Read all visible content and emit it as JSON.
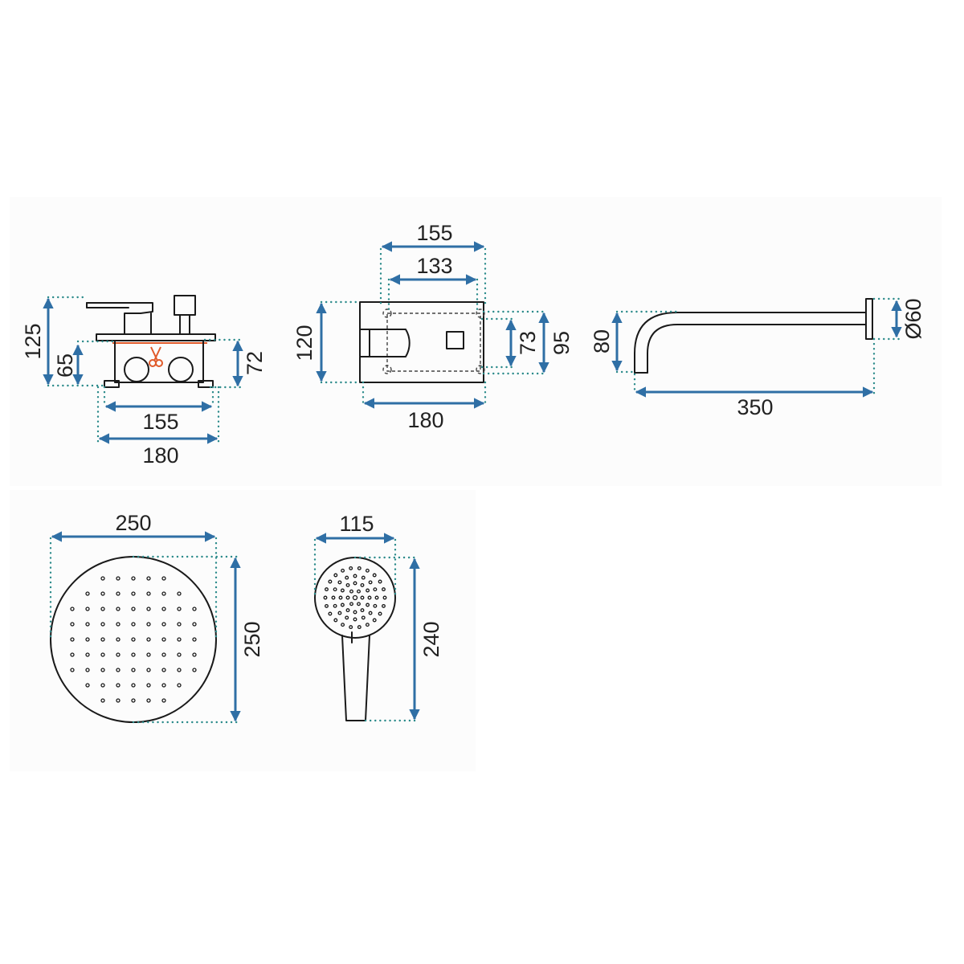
{
  "colors": {
    "dimension": "#2f6fa5",
    "extension": "#2a8a8a",
    "cut_marker": "#e05a2a",
    "outline": "#1a1a1a"
  },
  "views": {
    "mixer_side": {
      "dims": {
        "height_total": "125",
        "height_box": "65",
        "height_right": "72",
        "width_inner": "155",
        "width_outer": "180"
      }
    },
    "mixer_front": {
      "dims": {
        "width_outer_top": "155",
        "width_inner_top": "133",
        "height_left": "120",
        "height_inner_right": "73",
        "height_outer_right": "95",
        "width_bottom": "180"
      }
    },
    "shower_arm": {
      "dims": {
        "drop": "80",
        "length": "350",
        "flange_diameter": "Ø60"
      }
    },
    "head_shower": {
      "dims": {
        "width": "250",
        "height": "250"
      }
    },
    "hand_shower": {
      "dims": {
        "width": "115",
        "height": "240"
      }
    }
  }
}
